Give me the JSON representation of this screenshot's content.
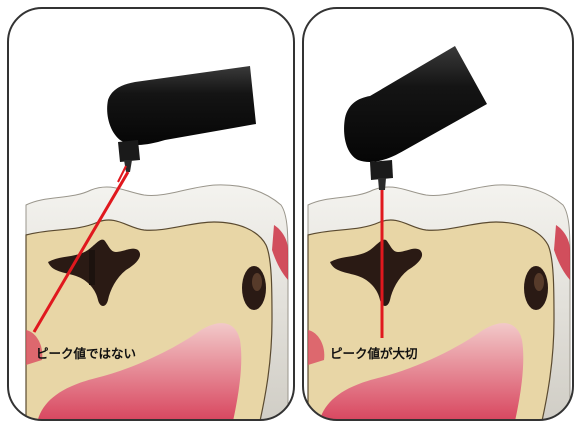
{
  "panels": [
    {
      "id": "left",
      "caption": "ピーク値ではない"
    },
    {
      "id": "right",
      "caption": "ピーク値が大切"
    }
  ],
  "colors": {
    "frame": "#333333",
    "device": "#111111",
    "device_highlight": "#4a4a4a",
    "laser": "#e0181e",
    "enamel": "#dedcd6",
    "enamel_shadow": "#bdbab2",
    "dentin": "#e9d7a8",
    "caries": "#2a1a14",
    "pulp": "#d9455a",
    "pulp_light": "#f0c5c5",
    "gum": "#cc3344"
  }
}
